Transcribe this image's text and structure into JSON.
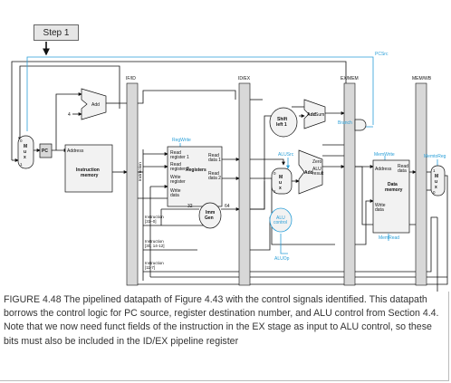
{
  "step_button": {
    "label": "Step 1"
  },
  "pipeline_registers": {
    "if_id": "IF/ID",
    "id_ex": "ID/EX",
    "ex_mem": "EX/MEM",
    "mem_wb": "MEM/WB"
  },
  "blocks": {
    "pc": "PC",
    "add": "Add",
    "add_const": "4",
    "address": "Address",
    "instruction_memory": [
      "Instruction",
      "memory"
    ],
    "instruction_vertical": "Instruction",
    "registers": "Registers",
    "read_register_1": [
      "Read",
      "register 1"
    ],
    "read_register_2": [
      "Read",
      "register 2"
    ],
    "write_register": [
      "Write",
      "register"
    ],
    "write_data": [
      "Write",
      "data"
    ],
    "read_data_1": [
      "Read",
      "data 1"
    ],
    "read_data_2": [
      "Read",
      "data 2"
    ],
    "imm_gen": [
      "Imm",
      "Gen"
    ],
    "bit_in": "32",
    "bit_out": "64",
    "shift_left": [
      "Shift",
      "left 1"
    ],
    "add_sum": "Add",
    "sum": "Sum",
    "alu_add": "Add",
    "zero": "Zero",
    "alu_result": [
      "ALU",
      "result"
    ],
    "alu_control": [
      "ALU",
      "control"
    ],
    "mux_letters": [
      "M",
      "u",
      "x"
    ],
    "mux_pc": [
      "0",
      "1"
    ],
    "mux_alu": [
      "0",
      "1"
    ],
    "mux_wb": [
      "1",
      "0"
    ],
    "data_memory": [
      "Data",
      "memory"
    ],
    "dm_address": "Address",
    "dm_read_data": [
      "Read",
      "data"
    ],
    "dm_write_data": [
      "Write",
      "data"
    ],
    "instr_fields": [
      [
        "Instruction",
        "[31–0]"
      ],
      [
        "Instruction",
        "[30, 14-12]"
      ],
      [
        "Instruction",
        "[11-7]"
      ]
    ]
  },
  "control_signals": {
    "pcsrc": "PCSrc",
    "regwrite": "RegWrite",
    "branch": "Branch",
    "alusrc": "ALUSrc",
    "aluop": "ALUOp",
    "memwrite": "MemWrite",
    "memread": "MemRead",
    "memtoreg": "MemtoReg"
  },
  "caption": "FIGURE 4.48 The pipelined datapath of Figure 4.43 with the control signals identified. This datapath borrows the control logic for PC source, register destination number, and ALU control from Section 4.4. Note that we now need funct fields of the instruction in the EX stage as input to ALU control, so these bits must also be included in the ID/EX pipeline register",
  "colors": {
    "control": "#2a9fd8",
    "register_fill": "#d8d8d8",
    "block_fill": "#f2f2f2",
    "line": "#111111"
  }
}
